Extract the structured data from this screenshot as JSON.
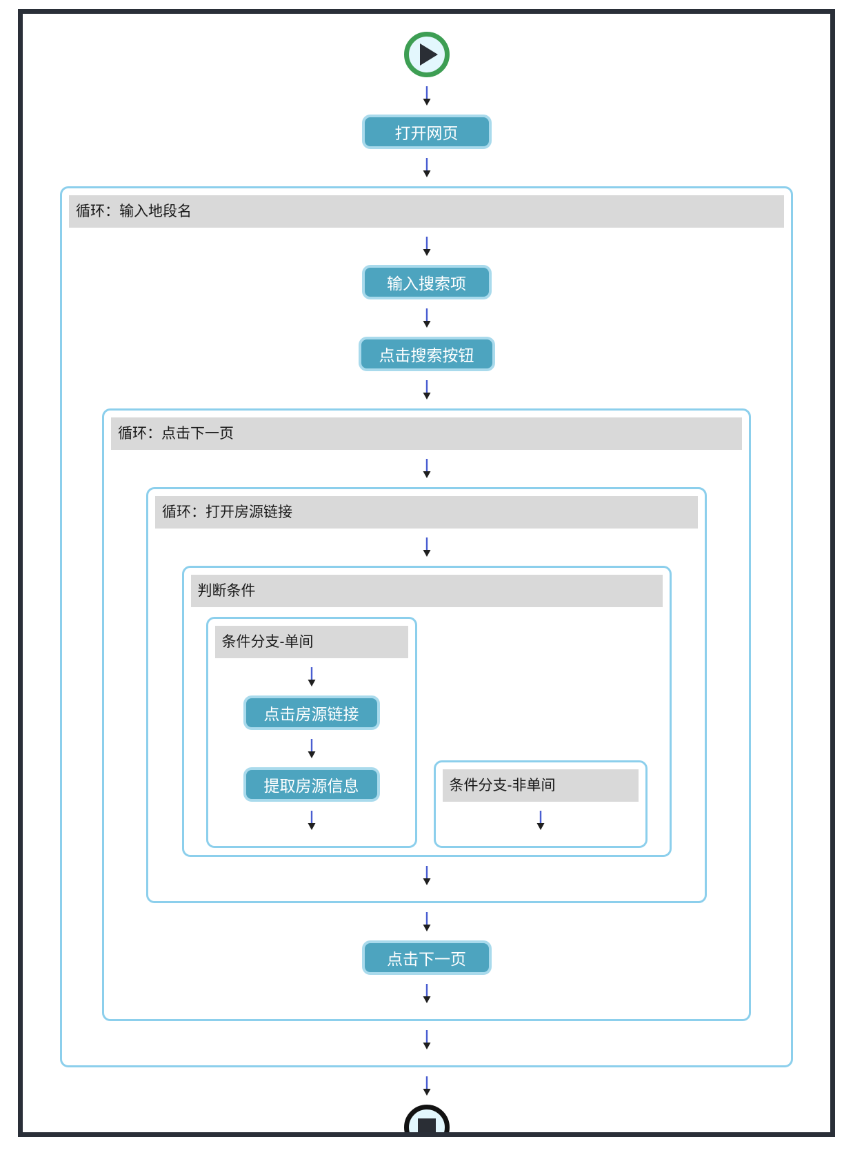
{
  "nodes": {
    "open_webpage": "打开网页",
    "loop_input_location": "循环：输入地段名",
    "enter_search_term": "输入搜索项",
    "click_search_button": "点击搜索按钮",
    "loop_click_next_page": "循环：点击下一页",
    "loop_open_listing_link": "循环：打开房源链接",
    "condition": "判断条件",
    "branch_single_room": "条件分支-单间",
    "click_listing_link": "点击房源链接",
    "extract_listing_info": "提取房源信息",
    "branch_non_single_room": "条件分支-非单间",
    "click_next_page": "点击下一页"
  },
  "icons": {
    "start": "play-icon",
    "end": "stop-icon",
    "connector": "down-arrow-icon"
  },
  "colors": {
    "frame_border": "#2A2F38",
    "container_border": "#8CCFEC",
    "header_bg": "#D9D9D9",
    "step_button_bg": "#4DA4BF",
    "step_button_border": "#A9DAEC",
    "step_button_text": "#FFFFFF",
    "start_ring": "#3D9E53",
    "end_ring": "#121212",
    "icon_fill_bg": "#E3F7FD",
    "arrow_stem": "#4A5ED1",
    "arrow_head": "#1F1F1F"
  }
}
